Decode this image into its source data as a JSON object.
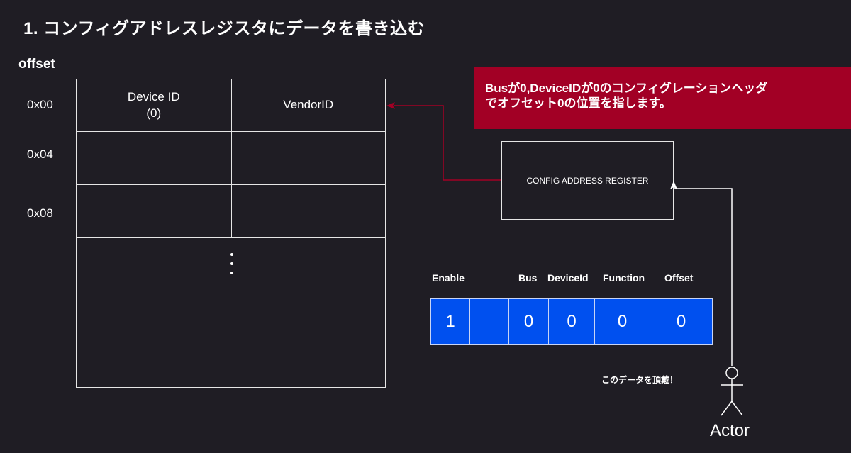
{
  "title": "1. コンフィグアドレスレジスタにデータを書き込む",
  "offset_heading": "offset",
  "offsets": [
    "0x00",
    "0x04",
    "0x08"
  ],
  "config_header": {
    "rows": [
      [
        "Device ID\n(0)",
        "VendorID"
      ],
      [
        "",
        ""
      ],
      [
        "",
        ""
      ]
    ],
    "ellipsis": "⋮"
  },
  "callout": {
    "line1": "Busが0,DeviceIDが0のコンフィグレーションヘッダ",
    "line2": "でオフセット0の位置を指します。",
    "color": "#a20025"
  },
  "register": {
    "label": "CONFIG ADDRESS REGISTER"
  },
  "fields": {
    "labels": [
      "Enable",
      "Bus",
      "DeviceId",
      "Function",
      "Offset"
    ],
    "values": [
      "1",
      "",
      "0",
      "0",
      "0",
      "0"
    ],
    "color": "#0050ef"
  },
  "caption": "このデータを頂戴！",
  "actor": {
    "label": "Actor"
  }
}
